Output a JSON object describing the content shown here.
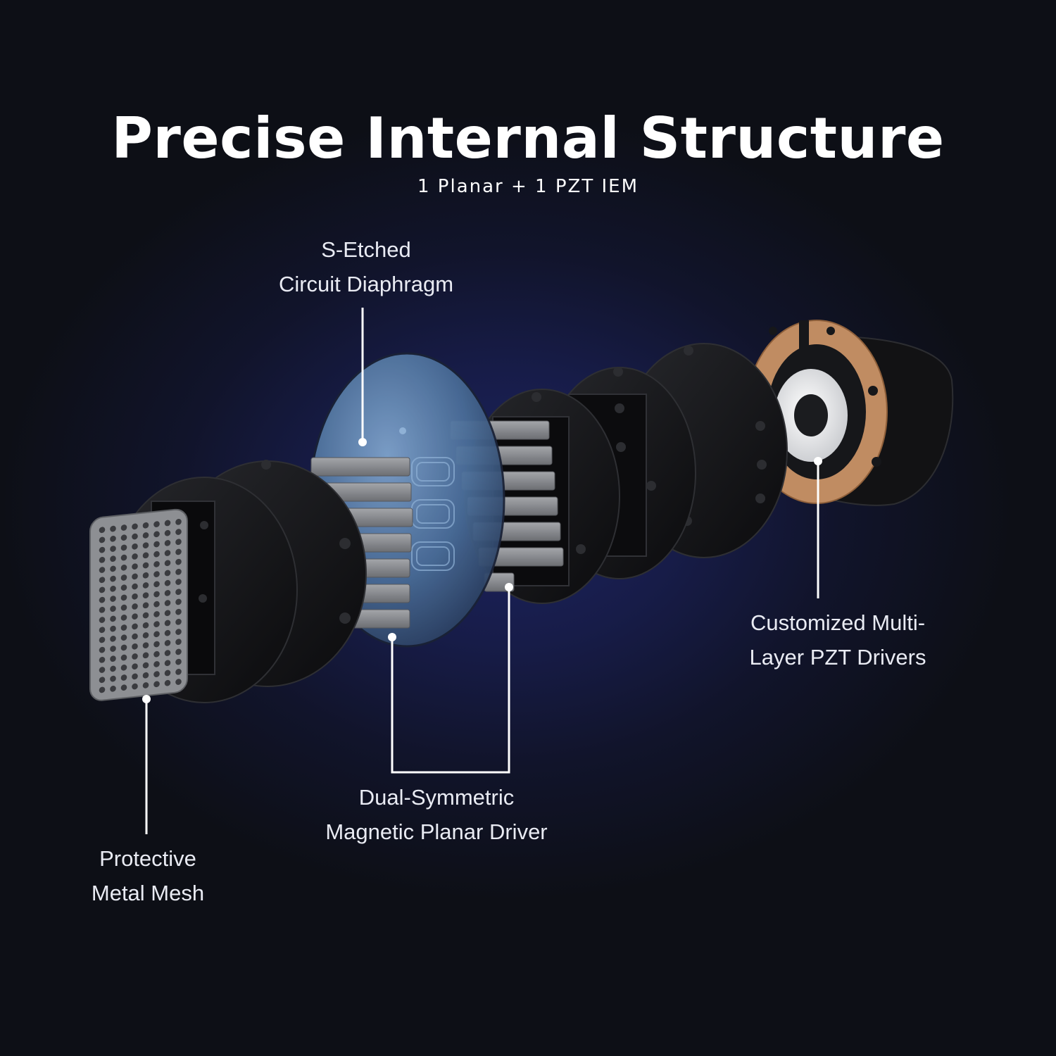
{
  "header": {
    "title": "Precise Internal Structure",
    "subtitle": "1 Planar + 1 PZT IEM"
  },
  "callouts": {
    "diaphragm": {
      "line1": "S-Etched",
      "line2": "Circuit Diaphragm"
    },
    "pzt": {
      "line1": "Customized Multi-",
      "line2": "Layer PZT Drivers"
    },
    "planar": {
      "line1": "Dual-Symmetric",
      "line2": "Magnetic Planar Driver"
    },
    "mesh": {
      "line1": "Protective",
      "line2": "Metal Mesh"
    }
  },
  "colors": {
    "background": "#171c48",
    "text": "#ffffff",
    "pcb_copper": "#c08c62",
    "magnet_gray": "#8f9195",
    "diaphragm_blue": "#5b7ea8"
  }
}
